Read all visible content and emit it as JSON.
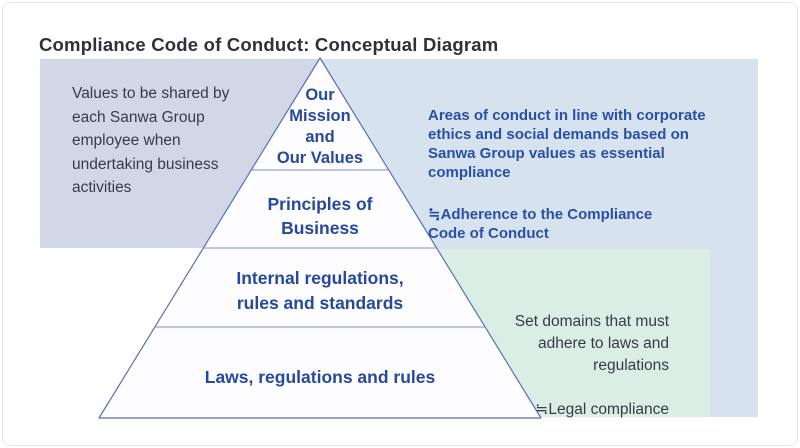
{
  "title": "Compliance Code of Conduct: Conceptual Diagram",
  "left_note": {
    "text": "Values to be shared by\neach Sanwa Group\nemployee when\nundertaking business\nactivities"
  },
  "right_note": {
    "paragraph1": "Areas of conduct in line with corporate\nethics and social demands based on\nSanwa Group values as essential\ncompliance",
    "paragraph2": "≒Adherence to the Compliance\nCode of Conduct"
  },
  "bottom_note": {
    "paragraph1": "Set domains that must\nadhere to laws and\nregulations",
    "paragraph2": "≒Legal compliance"
  },
  "pyramid": {
    "levels": [
      {
        "name": "our-mission-and-our-values",
        "label": "Our\nMission\nand\nOur Values"
      },
      {
        "name": "principles-of-business",
        "label": "Principles of\nBusiness"
      },
      {
        "name": "internal-regulations-rules-and-standards",
        "label": "Internal regulations,\nrules and standards"
      },
      {
        "name": "laws-regulations-and-rules",
        "label": "Laws, regulations and rules"
      }
    ]
  },
  "colors": {
    "left_note_bg": "#d2d7e8",
    "right_note_bg": "#d6e3ef",
    "bottom_note_bg": "#daeee6",
    "pyramid_fill": "#fdfdff",
    "pyramid_outline": "#5b6fae",
    "level_divider": "#8190c2",
    "label_blue": "#26489e",
    "note_text_dark": "#363b44",
    "title_color": "#2e3136",
    "card_border": "#e4e6ea"
  }
}
